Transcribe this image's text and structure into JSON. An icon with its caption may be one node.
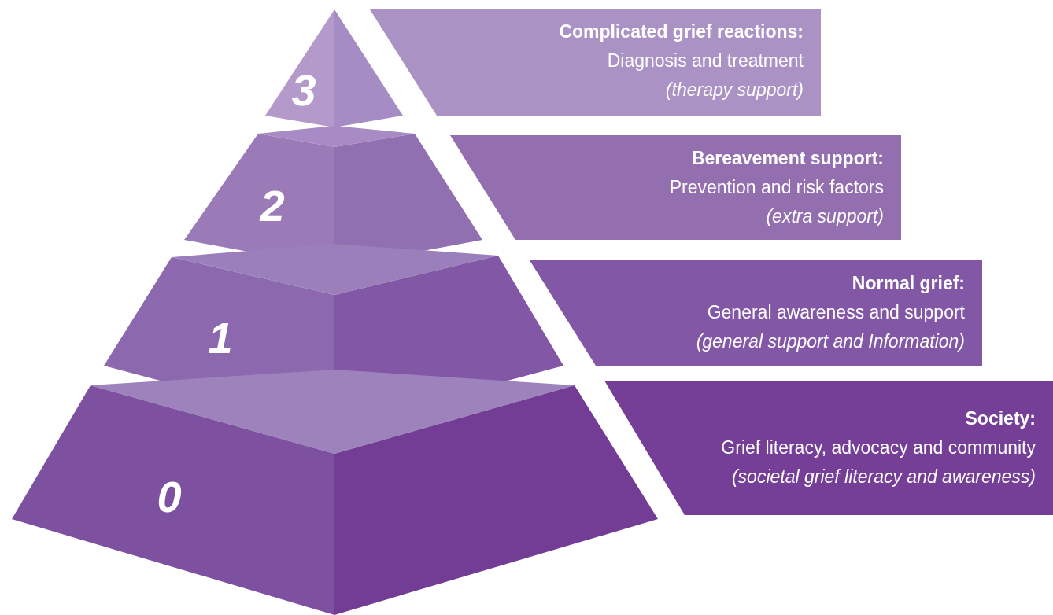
{
  "diagram": {
    "nodes": [
      {
        "text": [
          "3"
        ]
      },
      {
        "text": [
          "Complicated grief reactions:",
          "Diagnosis and treatment",
          "(therapy support)"
        ]
      },
      {
        "text": [
          "2"
        ]
      },
      {
        "text": [
          "Bereavement support:",
          "Prevention and risk factors",
          "(extra support)"
        ]
      },
      {
        "text": [
          "1"
        ]
      },
      {
        "text": [
          "Normal grief:",
          "General awareness and support",
          "(general support and Information)"
        ]
      },
      {
        "text": [
          "0"
        ]
      },
      {
        "text": [
          "Society:",
          "Grief literacy, advocacy and community",
          "(societal grief literacy and awareness)"
        ]
      }
    ],
    "edges": []
  }
}
